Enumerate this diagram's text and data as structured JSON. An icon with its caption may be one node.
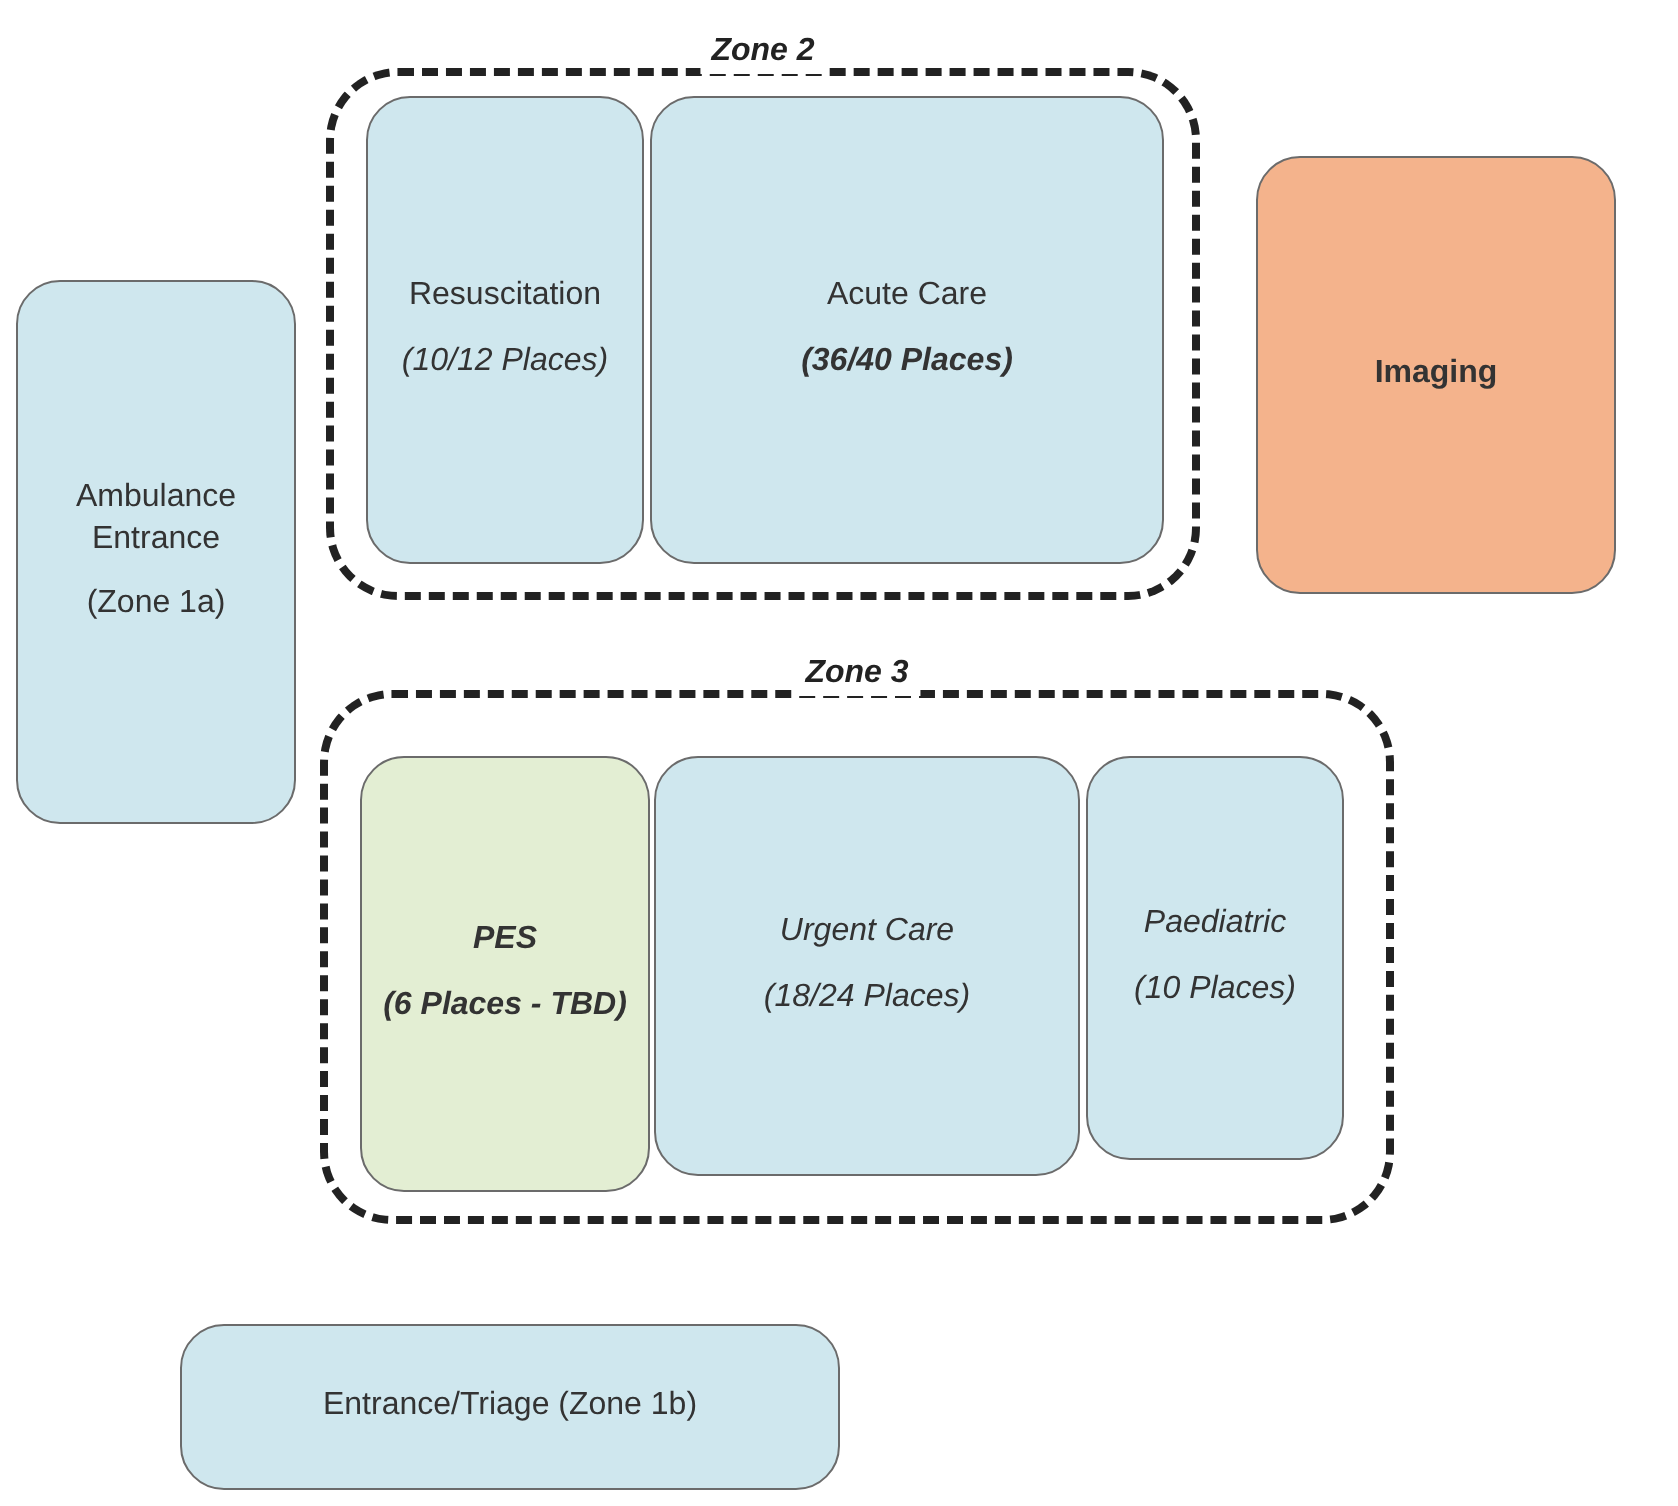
{
  "diagram": {
    "nodes": [
      {
        "text": [
          "Zone 2"
        ]
      },
      {
        "text": [
          "Resuscitation",
          "(10/12 Places)"
        ],
        "in": 0
      },
      {
        "text": [
          "Acute Care",
          "(36/40 Places)"
        ],
        "in": 0
      },
      {
        "text": [
          "Imaging"
        ]
      },
      {
        "text": [
          "Ambulance Entrance",
          "(Zone 1a)"
        ]
      },
      {
        "text": [
          "Zone 3"
        ]
      },
      {
        "text": [
          "PES",
          "(6 Places - TBD)"
        ],
        "in": 5
      },
      {
        "text": [
          "Urgent Care",
          "(18/24 Places)"
        ],
        "in": 5
      },
      {
        "text": [
          "Paediatric",
          "(10 Places)"
        ],
        "in": 5
      },
      {
        "text": [
          "Entrance/Triage (Zone 1b)"
        ]
      }
    ]
  }
}
